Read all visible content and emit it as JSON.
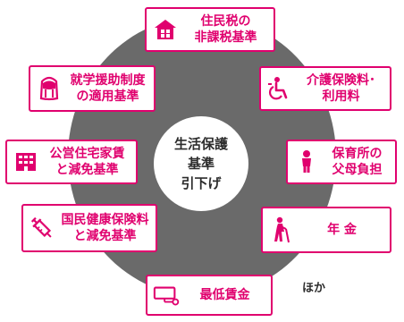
{
  "center": {
    "lines": [
      "生活保護",
      "基準",
      "引下げ"
    ]
  },
  "items": {
    "jumin_zei": {
      "line1": "住民税の",
      "line2": "非課税基準",
      "icon": "house-icon"
    },
    "shugaku": {
      "line1": "就学援助制度",
      "line2": "の適用基準",
      "icon": "school-backpack-icon"
    },
    "kaigo": {
      "line1": "介護保険料･",
      "line2": "利用料",
      "icon": "wheelchair-icon"
    },
    "koei": {
      "line1": "公営住宅家賃",
      "line2": "と減免基準",
      "icon": "apartment-building-icon"
    },
    "hoiku": {
      "line1": "保育所の",
      "line2": "父母負担",
      "icon": "child-icon"
    },
    "kokuho": {
      "line1": "国民健康保険料",
      "line2": "と減免基準",
      "icon": "syringe-icon"
    },
    "nenkin": {
      "line1": "年 金",
      "icon": "elderly-person-icon"
    },
    "chingin": {
      "line1": "最低賃金",
      "icon": "wage-sign-icon"
    }
  },
  "note": "ほか",
  "colors": {
    "accent": "#e0006e",
    "ring": "#6a6a6a",
    "text": "#2c2c2c"
  }
}
